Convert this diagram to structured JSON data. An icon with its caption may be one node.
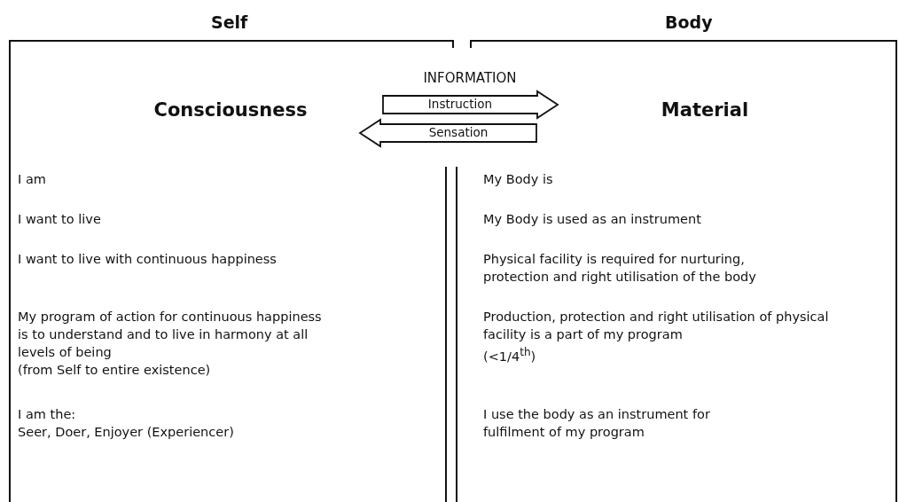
{
  "diagram": {
    "nodes": [
      {
        "text": [
          "Self"
        ]
      },
      {
        "text": [
          "Body"
        ]
      },
      {
        "text": [
          "Consciousness"
        ],
        "in": 0
      },
      {
        "text": [
          "Material"
        ],
        "in": 1
      },
      {
        "text": [
          "Instruction"
        ]
      },
      {
        "text": [
          "Sensation"
        ]
      }
    ],
    "labels": [
      "INFORMATION",
      "I am",
      "I want to live",
      "I want to live with continuous happiness",
      "My program of action for continuous happiness is to understand and to live in harmony at all levels of being",
      "(from Self to entire existence)",
      "I am the:",
      "Seer, Doer,  Enjoyer (Experiencer)",
      "My Body is",
      "My Body is used as an instrument",
      "Physical facility is required for nurturing, protection and right utilisation of the body",
      "Production, protection and right utilisation of physical facility is a part of my program",
      "(<1/4$^{th}$)",
      "I use the body as an instrument for fulfilment of my program"
    ]
  }
}
